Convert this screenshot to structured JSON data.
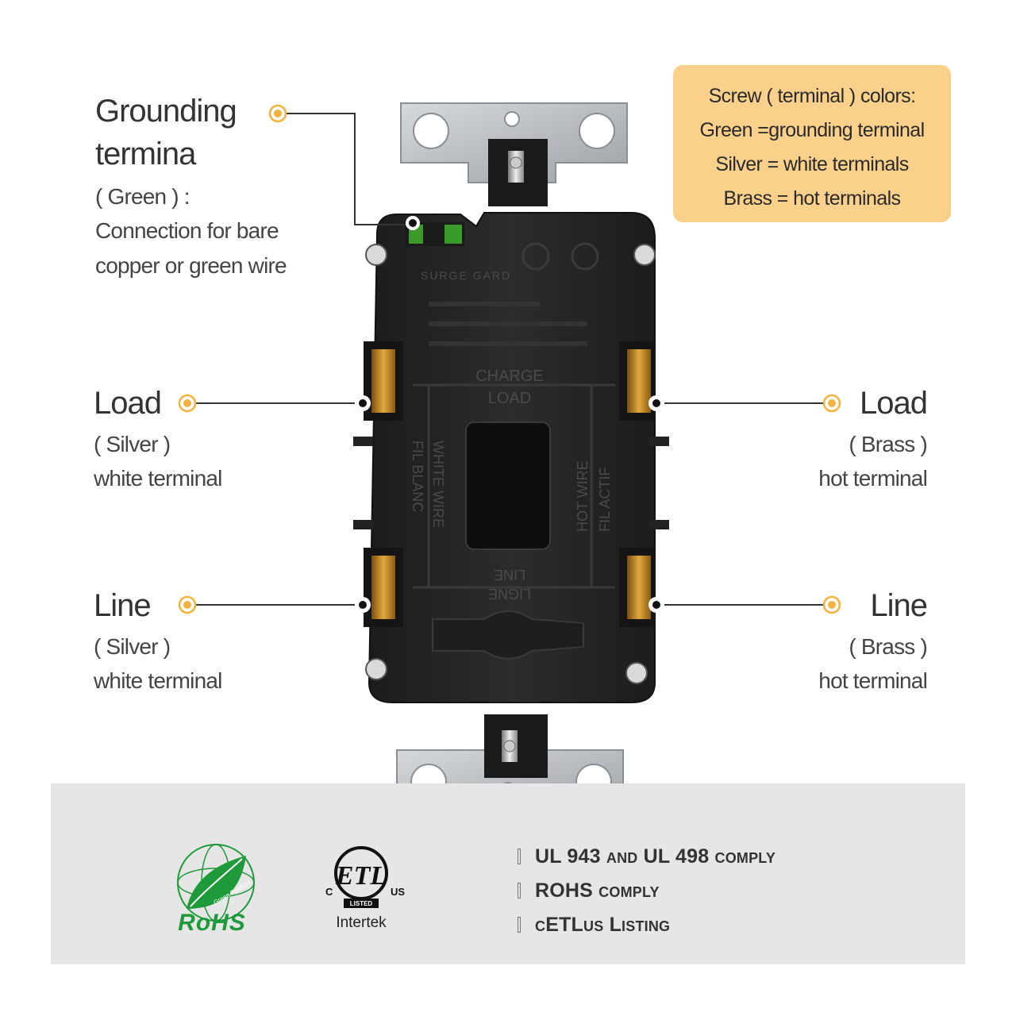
{
  "callouts": {
    "grounding": {
      "title_line1": "Grounding",
      "title_line2": "termina",
      "sub1": "( Green ) :",
      "sub2": "Connection for bare",
      "sub3": "copper or green wire"
    },
    "load_left": {
      "title": "Load",
      "sub1": "( Silver )",
      "sub2": "white terminal"
    },
    "line_left": {
      "title": "Line",
      "sub1": "( Silver )",
      "sub2": "white terminal"
    },
    "load_right": {
      "title": "Load",
      "sub1": "( Brass )",
      "sub2": "hot terminal"
    },
    "line_right": {
      "title": "Line",
      "sub1": "( Brass )",
      "sub2": "hot terminal"
    }
  },
  "infobox": {
    "line1": "Screw ( terminal ) colors:",
    "line2": "Green =grounding terminal",
    "line3": "Silver = white terminals",
    "line4": "Brass = hot terminals"
  },
  "device_markings": {
    "surge_label": "SURGE GARD",
    "charge": "CHARGE",
    "load": "LOAD",
    "white_wire": "WHITE WIRE",
    "fil_blanc": "FIL BLANC",
    "hot_wire": "HOT WIRE",
    "fil_actif": "FIL ACTIF",
    "line": "LINE",
    "ligne": "LIGNE"
  },
  "certifications": {
    "items": [
      "UL 943 and UL 498 comply",
      "ROHS comply",
      "cETLus Listing"
    ],
    "rohs_logo_text": "RoHS",
    "rohs_small": "Green Product",
    "etl_mark": "ETL",
    "etl_c": "C",
    "etl_us": "US",
    "etl_listed": "LISTED",
    "intertek": "Intertek"
  },
  "colors": {
    "infobox_bg": "#fbd08a",
    "band_bg": "#e6e6e6",
    "rohs_green": "#1f9a3a",
    "callout_dot": "#f2b33d",
    "device_body": "#262626",
    "brass": "#c9902a"
  }
}
